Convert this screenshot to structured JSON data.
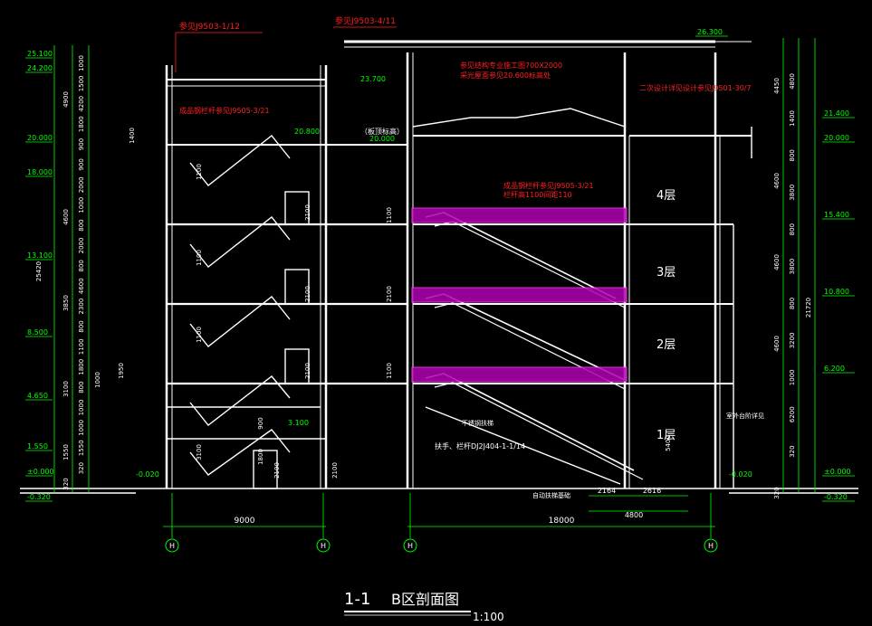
{
  "drawing": {
    "title_left": "1-1",
    "title_right": "B区剖面图",
    "scale": "1:100"
  },
  "elevations_left": [
    "25.100",
    "24.200",
    "20.000",
    "18.000",
    "13.100",
    "8.500",
    "4.650",
    "1.550",
    "±0.000",
    "-0.320"
  ],
  "elevations_right": [
    "26.300",
    "21.400",
    "20.000",
    "15.400",
    "10.800",
    "6.200",
    "±0.000",
    "-0.320"
  ],
  "elevations_mid": [
    "23.700",
    "20.800",
    "20.000",
    "3.100",
    "-0.020",
    "-0.020"
  ],
  "floor_labels": [
    "4层",
    "3层",
    "2层",
    "1层"
  ],
  "axes": [
    "H",
    "H",
    "H",
    "H"
  ],
  "spans": [
    "9000",
    "18000"
  ],
  "sub_dims": [
    "2164",
    "2616",
    "4800"
  ],
  "left_dims_inner": [
    "1000",
    "1500",
    "4200",
    "1800",
    "900",
    "900",
    "2000",
    "1000",
    "800",
    "2000",
    "800",
    "4600",
    "2300",
    "800",
    "1100",
    "1800",
    "800",
    "1000",
    "1000",
    "1550",
    "320"
  ],
  "left_dims_outer": [
    "4900",
    "4600",
    "3850",
    "3100",
    "1550",
    "320",
    "25420"
  ],
  "right_dims_inner": [
    "4800",
    "1400",
    "800",
    "3800",
    "800",
    "3800",
    "800",
    "3200",
    "1000",
    "6200",
    "320"
  ],
  "right_dims_outer": [
    "4450",
    "4600",
    "4600",
    "4600",
    "21720",
    "320"
  ],
  "stair_dims": [
    "1100",
    "2100",
    "1100",
    "2100",
    "1100",
    "2100",
    "1100",
    "2100",
    "2100",
    "1100",
    "900",
    "1800",
    "2100",
    "3100",
    "1400",
    "1950",
    "1000",
    "5400"
  ],
  "annotations": {
    "a1": "参见J9503-1/12",
    "a2": "参见J9503-4/11",
    "a3": "成品钢栏杆参见J9505-3/21",
    "a4": "成品钢栏杆参见J9505-3/21",
    "a5": "栏杆高1100间距110",
    "a6": "二次设计详见设计参见J9501-30/7",
    "a7": "参见结构专业施工图700X2000",
    "a8": "采光屋面参见20.600标高处",
    "a9": "（板顶标高）",
    "a10": "扶手、栏杆DJ2J404-1-1/14",
    "a11": "不锈钢扶梯",
    "a12": "自动扶梯基础",
    "a13": "室外台阶详见"
  },
  "colors": {
    "bg": "#000000",
    "wall": "#ffffff",
    "dim": "#00ff00",
    "annot": "#ff2020",
    "escalator": "#ff00ff",
    "cyan": "#00ffff"
  }
}
